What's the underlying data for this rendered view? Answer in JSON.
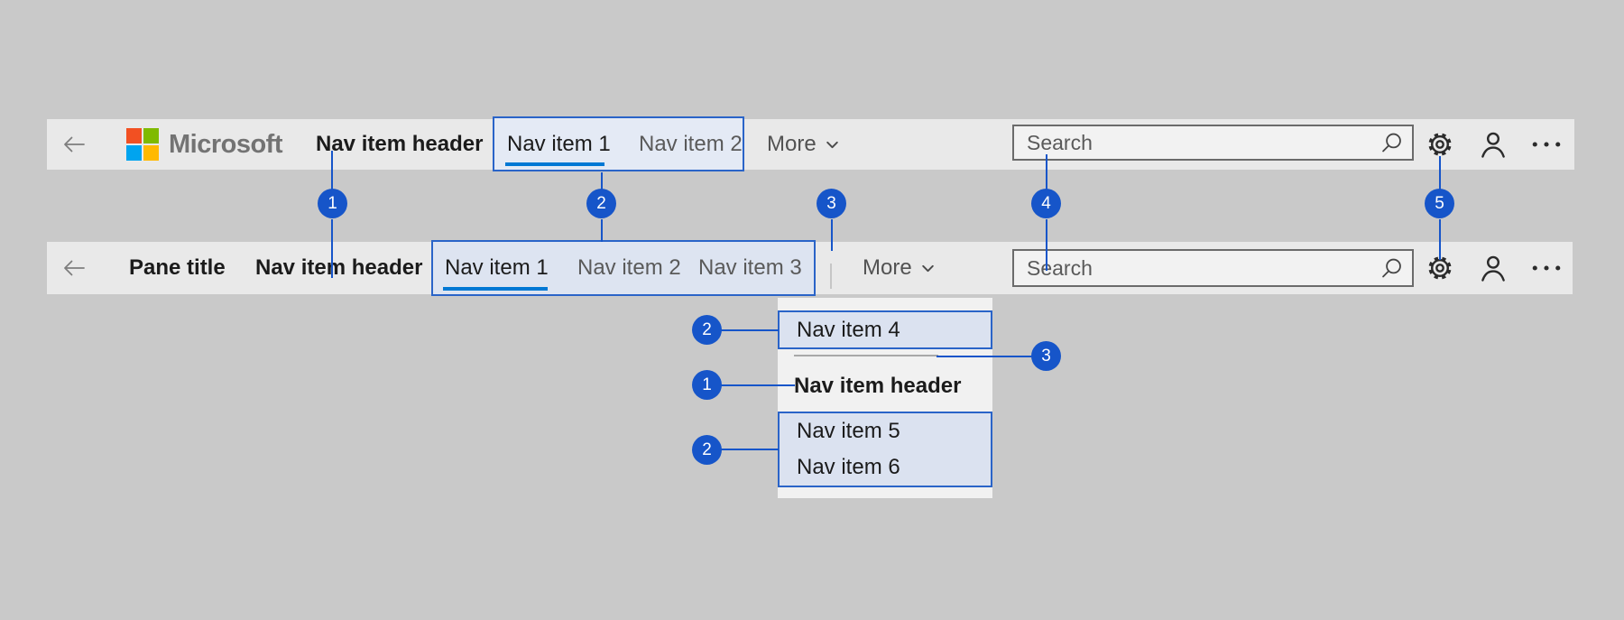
{
  "colors": {
    "background": "#c9c9c9",
    "bar": "#e9e9e9",
    "menu_panel": "#f1f1f1",
    "callout_blue": "#1655c9",
    "highlight_border": "#2a64c8",
    "highlight_fill": "#dde4f1",
    "active_underline": "#0078d4",
    "logo_red": "#f25022",
    "logo_green": "#7fba00",
    "logo_blue": "#00a4ef",
    "logo_yellow": "#ffb900"
  },
  "icons": {
    "back": "back-arrow-icon",
    "search": "magnifier-icon",
    "settings": "gear-icon",
    "account": "person-icon",
    "overflow": "ellipsis-icon",
    "expand": "chevron-down-icon"
  },
  "top_bar": {
    "logo_label": "Microsoft",
    "nav_item_header": "Nav item header",
    "nav_items": [
      "Nav item 1",
      "Nav item 2"
    ],
    "selected_nav_item": "Nav item 1",
    "more_label": "More",
    "search_placeholder": "Search"
  },
  "pane_bar": {
    "pane_title": "Pane title",
    "nav_item_header": "Nav item header",
    "nav_items": [
      "Nav item 1",
      "Nav item 2",
      "Nav item 3"
    ],
    "selected_nav_item": "Nav item 1",
    "more_label": "More",
    "search_placeholder": "Search"
  },
  "overflow_menu": {
    "items_top": [
      "Nav item 4"
    ],
    "header": "Nav item header",
    "items_bottom": [
      "Nav item 5",
      "Nav item 6"
    ]
  },
  "callouts": {
    "row": [
      "1",
      "2",
      "3",
      "4",
      "5"
    ],
    "menu_left": [
      "2",
      "1",
      "2"
    ],
    "menu_right": [
      "3"
    ]
  }
}
